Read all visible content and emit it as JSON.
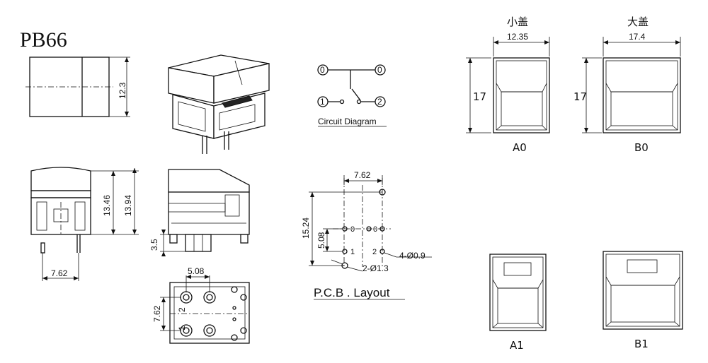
{
  "title": "PB66",
  "top_view": {
    "dim_height": "12.3"
  },
  "front_view": {
    "dim_h1": "13.46",
    "dim_h2": "13.94",
    "dim_pitch": "7.62"
  },
  "side_view": {
    "dim_pin": "3.5"
  },
  "bottom_view": {
    "dim_top": "5.08",
    "dim_left": "7.62",
    "pin_label_1": "1",
    "pin_label_2": "2"
  },
  "circuit": {
    "label": "Circuit Diagram",
    "terminal_top_left": "0",
    "terminal_top_right": "0",
    "terminal_bottom_left": "1",
    "terminal_bottom_right": "2"
  },
  "pcb_layout": {
    "label": "P.C.B . Layout",
    "dim_top": "7.62",
    "dim_height": "15.24",
    "dim_mid": "5.08",
    "hole_large": "4-Ø0.9",
    "hole_small": "2-Ø1.3",
    "pin_1": "1",
    "pin_2": "2",
    "pin_0_left": "0",
    "pin_0_right": "0"
  },
  "caps": [
    {
      "header": "小盖",
      "width": "12.35",
      "height": "17",
      "name": "A0"
    },
    {
      "header": "大盖",
      "width": "17.4",
      "height": "17",
      "name": "B0"
    },
    {
      "name": "A1"
    },
    {
      "name": "B1"
    }
  ]
}
